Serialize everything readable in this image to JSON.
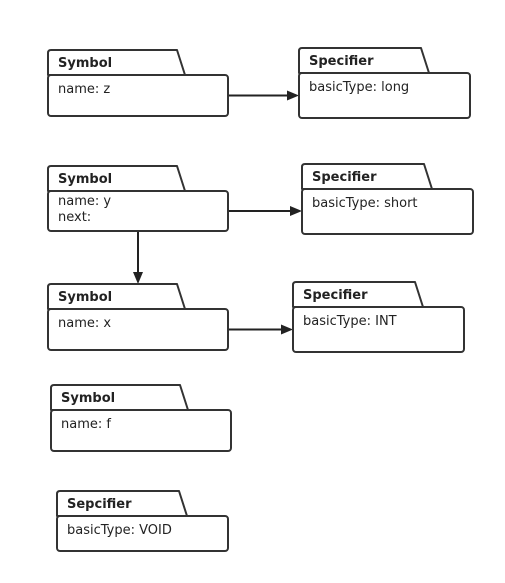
{
  "boxes": [
    {
      "id": "symbol-z",
      "title": "Symbol",
      "lines": [
        "name: z"
      ]
    },
    {
      "id": "specifier-long",
      "title": "Specifier",
      "lines": [
        "basicType: long"
      ]
    },
    {
      "id": "symbol-y",
      "title": "Symbol",
      "lines": [
        "name: y",
        "next:"
      ]
    },
    {
      "id": "specifier-short",
      "title": "Specifier",
      "lines": [
        "basicType: short"
      ]
    },
    {
      "id": "symbol-x",
      "title": "Symbol",
      "lines": [
        "name: x"
      ]
    },
    {
      "id": "specifier-int",
      "title": "Specifier",
      "lines": [
        "basicType: INT"
      ]
    },
    {
      "id": "symbol-f",
      "title": "Symbol",
      "lines": [
        "name: f"
      ]
    },
    {
      "id": "sepcifier-void",
      "title": "Sepcifier",
      "lines": [
        "basicType: VOID"
      ]
    }
  ],
  "edges": [
    {
      "from": "symbol-z",
      "to": "specifier-long"
    },
    {
      "from": "symbol-y",
      "to": "specifier-short"
    },
    {
      "from": "symbol-y",
      "to": "symbol-x"
    },
    {
      "from": "symbol-x",
      "to": "specifier-int"
    }
  ]
}
